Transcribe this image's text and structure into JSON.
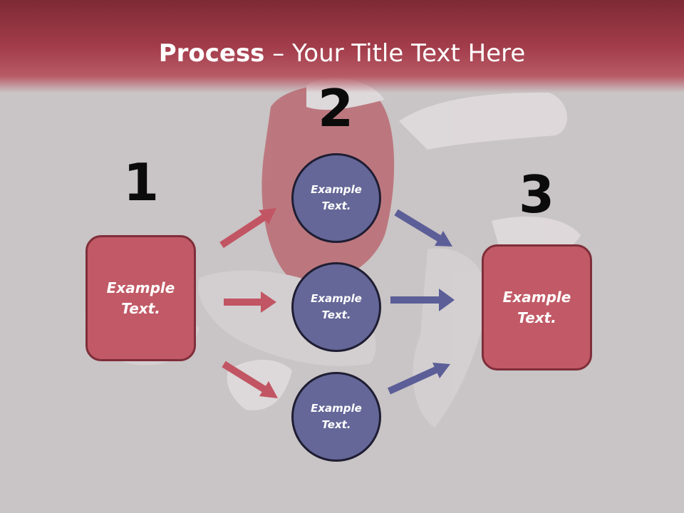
{
  "slide": {
    "title_bold": "Process",
    "title_rest": " – Your Title Text Here",
    "step_numbers": [
      "1",
      "2",
      "3"
    ]
  },
  "nodes": {
    "left_box": {
      "line1": "Example",
      "line2": "Text."
    },
    "circle_top": {
      "line1": "Example",
      "line2": "Text."
    },
    "circle_middle": {
      "line1": "Example",
      "line2": "Text."
    },
    "circle_bottom": {
      "line1": "Example",
      "line2": "Text."
    },
    "right_box": {
      "line1": "Example",
      "line2": "Text."
    }
  },
  "colors": {
    "header": "#a23c4a",
    "box_fill": "#c15a66",
    "box_border": "#7f2e3a",
    "circle_fill": "#646797",
    "circle_border": "#1f1d33",
    "arrow_red": "#c25563",
    "arrow_blue": "#5c5e98",
    "background": "#c9c4c5"
  },
  "icons": {
    "red_arrows": "arrow-right-icon",
    "blue_arrows": "arrow-right-icon"
  }
}
